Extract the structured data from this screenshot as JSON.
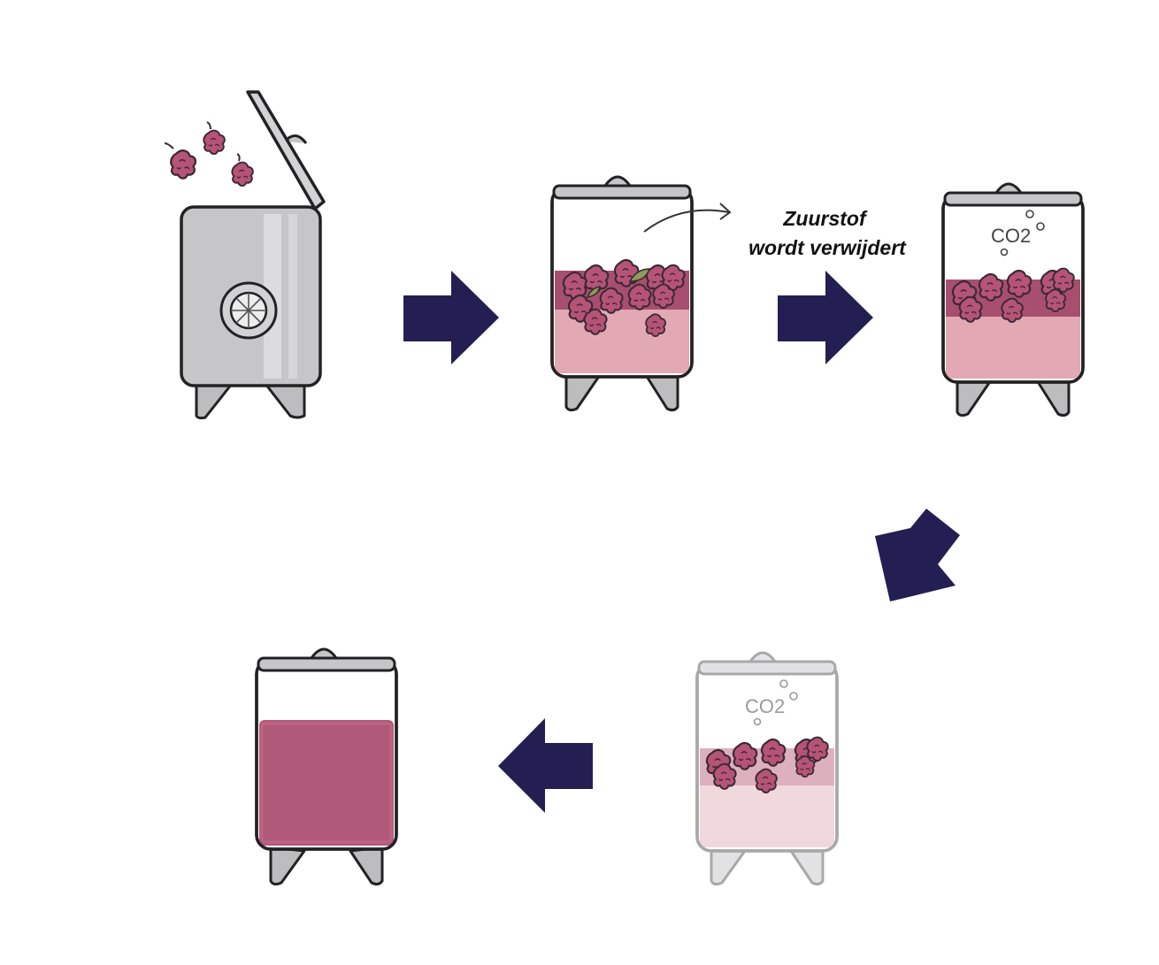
{
  "labels": {
    "oxygen_line1": "Zuurstof",
    "oxygen_line2": "wordt verwijdert",
    "co2_a": "CO2",
    "co2_b": "CO2"
  },
  "colors": {
    "arrow": "#241f52",
    "grape": "#b65377",
    "grape_outline": "#3a2a33",
    "juice_light": "#e2a9b4",
    "juice_band": "#a84e6f",
    "wine": "#b05978",
    "steel": "#c6c6c8",
    "steel_highlight": "#dcdcdf",
    "leaf": "#8f9c5a",
    "faded_juice": "#f1d8dc",
    "faded_band": "#dcb0bd",
    "faded_outline": "#a8a8a8"
  },
  "icons": {
    "tank_open": "open-steel-tank-icon",
    "tank_filled": "tank-with-grapes-icon",
    "tank_co2": "tank-fermenting-co2-icon",
    "tank_faded": "faded-tank-co2-icon",
    "tank_wine": "tank-with-wine-icon",
    "arrow": "block-arrow-icon"
  }
}
